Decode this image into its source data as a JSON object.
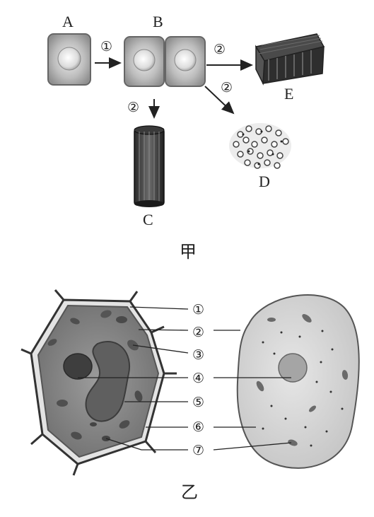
{
  "part1": {
    "caption": "甲",
    "labels": {
      "A": "A",
      "B": "B",
      "C": "C",
      "D": "D",
      "E": "E"
    },
    "processes": {
      "p1": "①",
      "p2": "②"
    }
  },
  "part2": {
    "caption": "乙",
    "markers": [
      "①",
      "②",
      "③",
      "④",
      "⑤",
      "⑥",
      "⑦"
    ]
  }
}
